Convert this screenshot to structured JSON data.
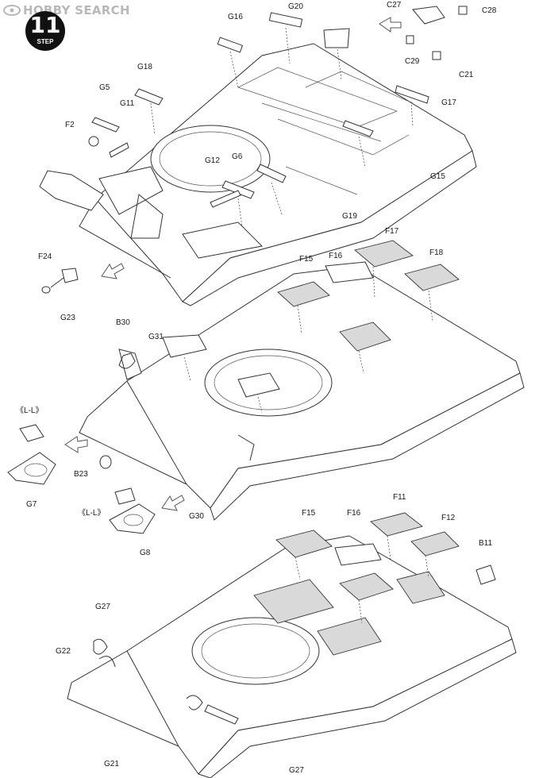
{
  "watermark": {
    "text": "HOBBY SEARCH",
    "icon": "hobby-search-logo-icon"
  },
  "step": {
    "number": "11",
    "word": "STEP"
  },
  "labels": {
    "G16": "G16",
    "G20": "G20",
    "C27": "C27",
    "C28": "C28",
    "C29": "C29",
    "C21": "C21",
    "G18": "G18",
    "G5": "G5",
    "G11": "G11",
    "F2": "F2",
    "G17": "G17",
    "G15": "G15",
    "G12": "G12",
    "G6": "G6",
    "G19": "G19",
    "F24": "F24",
    "G23": "G23",
    "F17": "F17",
    "F15_top": "F15",
    "F16_top": "F16",
    "F18": "F18",
    "B30": "B30",
    "G31": "G31",
    "LL_1": "《L-L》",
    "G7": "G7",
    "B23": "B23",
    "G30": "G30",
    "LL_2": "《L-L》",
    "G8": "G8",
    "F15_bot": "F15",
    "F16_bot": "F16",
    "F11": "F11",
    "F12": "F12",
    "B11": "B11",
    "G27_top": "G27",
    "G22": "G22",
    "G21": "G21",
    "G27_bot": "G27"
  }
}
